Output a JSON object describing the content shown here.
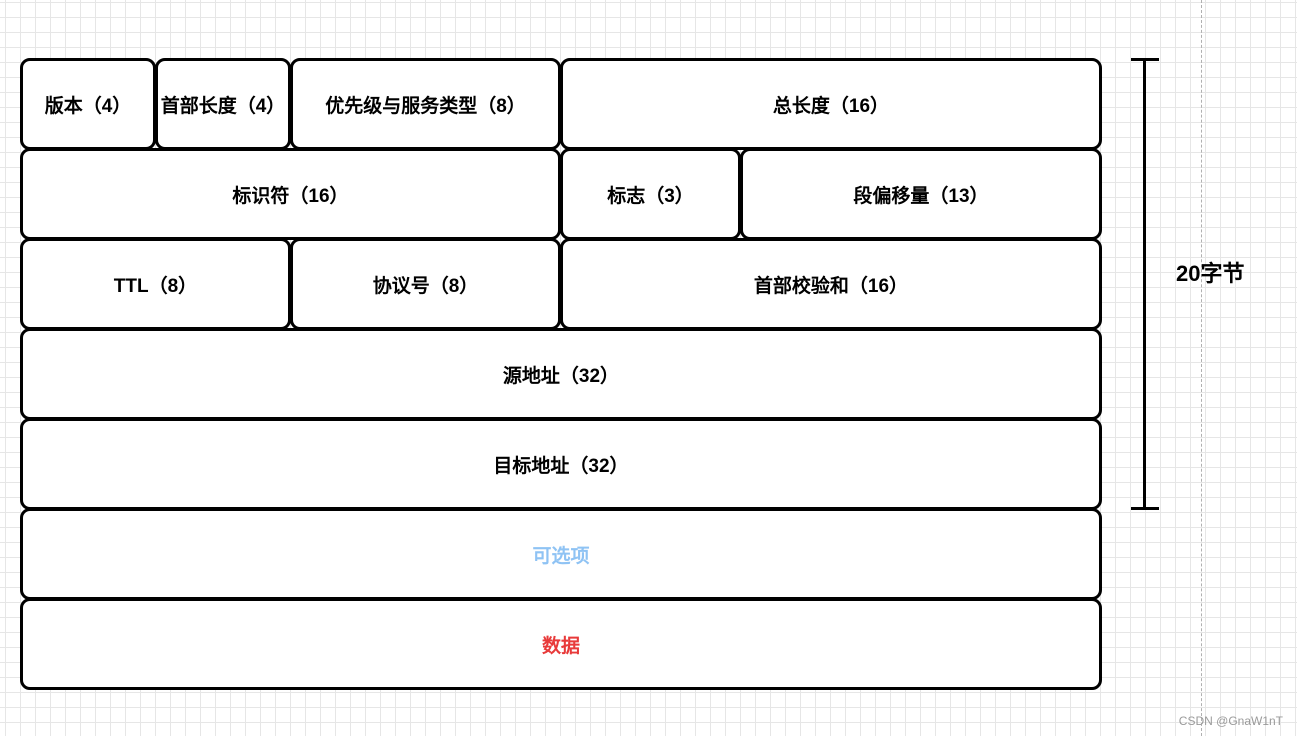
{
  "fields": {
    "version": "版本（4）",
    "header_length": "首部长度（4）",
    "tos": "优先级与服务类型（8）",
    "total_length": "总长度（16）",
    "identification": "标识符（16）",
    "flags": "标志（3）",
    "fragment_offset": "段偏移量（13）",
    "ttl": "TTL（8）",
    "protocol": "协议号（8）",
    "checksum": "首部校验和（16）",
    "source_address": "源地址（32）",
    "destination_address": "目标地址（32）",
    "options": "可选项",
    "data": "数据"
  },
  "bracket": {
    "label": "20字节"
  },
  "watermark": "CSDN @GnaW1nT",
  "colors": {
    "options_text": "#8fc3f4",
    "data_text": "#e83a3a",
    "border": "#000000"
  }
}
